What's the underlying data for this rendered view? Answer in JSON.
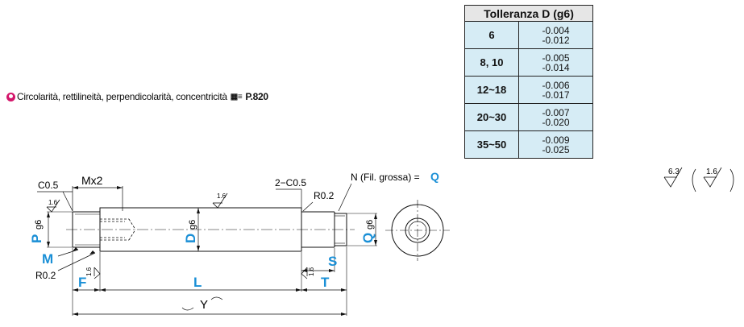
{
  "tolerance_table": {
    "header": "Tolleranza D (g6)",
    "rows": [
      {
        "size": "6",
        "upper": "-0.004",
        "lower": "-0.012"
      },
      {
        "size": "8, 10",
        "upper": "-0.005",
        "lower": "-0.014"
      },
      {
        "size": "12~18",
        "upper": "-0.006",
        "lower": "-0.017"
      },
      {
        "size": "20~30",
        "upper": "-0.007",
        "lower": "-0.020"
      },
      {
        "size": "35~50",
        "upper": "-0.009",
        "lower": "-0.025"
      }
    ]
  },
  "note": {
    "text": "Circolarità, rettilineità, perpendicolarità, concentricità",
    "page_ref": "P.820",
    "ref_icon": "catalog-page-icon"
  },
  "surface_finish": {
    "general": "6.3",
    "bracket": "1.6",
    "shaft": "1.6",
    "left_end": "1.6",
    "left_face": "1.6",
    "right_face": "1.6"
  },
  "labels": {
    "c05_left": "C0.5",
    "mx2": "Mx2",
    "c05_right": "2−C0.5",
    "r02_right": "R0.2",
    "thread_note": "N  (Fil. grossa) =",
    "thread_q": "Q",
    "p": "P",
    "p_tol": "g6",
    "d": "D",
    "d_tol": "g6",
    "q": "Q",
    "q_tol": "g6",
    "m": "M",
    "r02_left": "R0.2",
    "f": "F",
    "l": "L",
    "s": "S",
    "t": "T",
    "y": "Y"
  },
  "colors": {
    "accent_blue": "#1a8fd6",
    "table_header": "#e6e6e6",
    "table_cell": "#d6ecf5",
    "note_icon": "#d4166b"
  }
}
